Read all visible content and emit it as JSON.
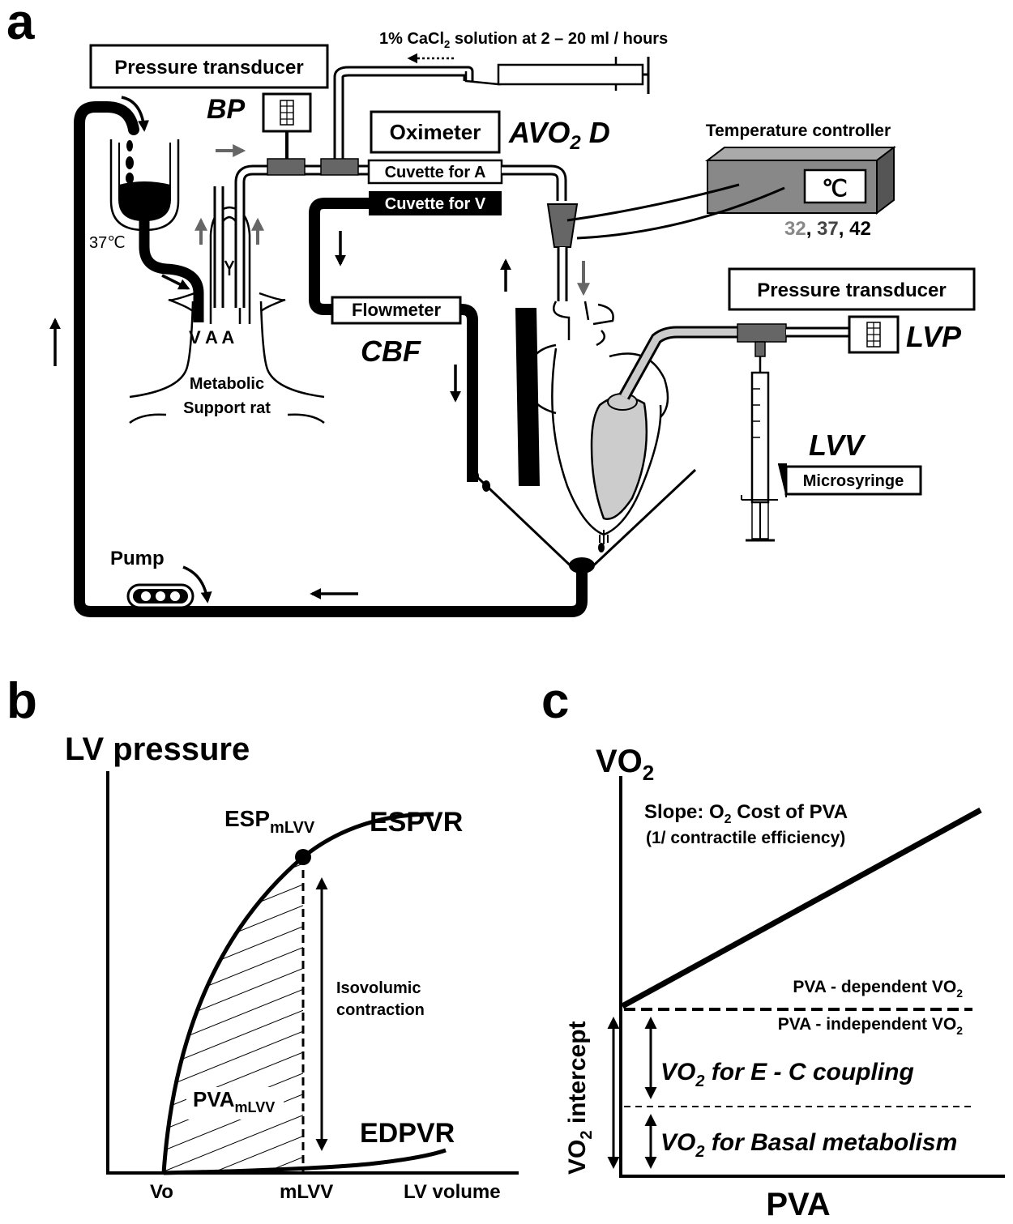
{
  "panel_a": {
    "letter": "a",
    "pressure_transducer_top": "Pressure transducer",
    "bp": "BP",
    "cacl_prefix": "1% CaCl",
    "cacl_sub": "2",
    "cacl_suffix": " solution at 2 – 20 ml / hours",
    "oximeter": "Oximeter",
    "avo2d_main": "AVO",
    "avo2d_sub": "2",
    "avo2d_end": " D",
    "temp_controller": "Temperature controller",
    "temp_unit": "℃",
    "temp_32": "32",
    "temp_37": "37",
    "temp_42": "42",
    "temp_sep": ",",
    "cuvette_a": "Cuvette for A",
    "cuvette_v": "Cuvette for V",
    "temp_37c": "37℃",
    "vaa": "V A A",
    "rat_line1": "Metabolic",
    "rat_line2": "Support rat",
    "flowmeter": "Flowmeter",
    "cbf": "CBF",
    "pressure_transducer_right": "Pressure transducer",
    "lvp": "LVP",
    "lvv": "LVV",
    "microsyringe": "Microsyringe",
    "pump": "Pump"
  },
  "panel_b": {
    "letter": "b",
    "ylabel": "LV pressure",
    "espvr": "ESPVR",
    "esp_main": "ESP",
    "esp_sub": "mLVV",
    "isovolumic_1": "Isovolumic",
    "isovolumic_2": "contraction",
    "pva_main": "PVA",
    "pva_sub": "mLVV",
    "edpvr": "EDPVR",
    "x_vo": "Vo",
    "x_mlvv": "mLVV",
    "xlabel": "LV volume"
  },
  "panel_c": {
    "letter": "c",
    "ylabel_main": "VO",
    "ylabel_sub": "2",
    "slope_1a": "Slope: O",
    "slope_1sub": "2",
    "slope_1b": " Cost of PVA",
    "slope_2": "(1/ contractile efficiency)",
    "dep_main": "PVA - dependent VO",
    "dep_sub": "2",
    "indep_main": "PVA - independent VO",
    "indep_sub": "2",
    "ec_main": "VO",
    "ec_sub": "2",
    "ec_end": " for E - C coupling",
    "basal_main": "VO",
    "basal_sub": "2",
    "basal_end": " for Basal metabolism",
    "intercept_main": "VO",
    "intercept_sub": "2",
    "intercept_end": " intercept",
    "xlabel": "PVA"
  }
}
